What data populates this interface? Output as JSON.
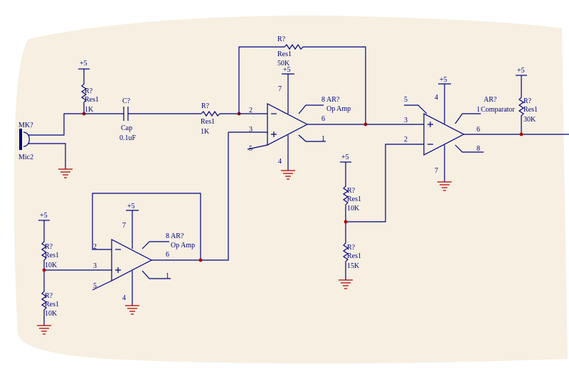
{
  "colors": {
    "wire": "#000080",
    "ground": "#b00000",
    "junction": "#b00000",
    "background_paper": "#f6efe2"
  },
  "mic": {
    "designator": "MK?",
    "part": "Mic2"
  },
  "r_input": {
    "designator": "R?",
    "part": "Res1",
    "value": "1K",
    "supply": "+5"
  },
  "capacitor": {
    "designator": "C?",
    "part": "Cap",
    "value": "0.1uF"
  },
  "r_series": {
    "designator": "R?",
    "part": "Res1",
    "value": "1K"
  },
  "r_feedback": {
    "designator": "R?",
    "part": "Res1",
    "value": "50K"
  },
  "opamp_main": {
    "designator": "AR?",
    "part": "Op Amp",
    "supply": "+5",
    "pins": {
      "inv": "2",
      "noninv": "3",
      "out": "6",
      "pin8": "8",
      "pin1": "1",
      "pin5": "5",
      "vcc": "7",
      "gnd": "4"
    }
  },
  "opamp_bias": {
    "designator": "AR?",
    "part": "Op Amp",
    "supply": "+5",
    "pins": {
      "inv": "2",
      "noninv": "3",
      "out": "6",
      "pin8": "8",
      "pin1": "1",
      "pin5": "5",
      "vcc": "7",
      "gnd": "4"
    }
  },
  "divider_bias": {
    "supply": "+5",
    "r_top": {
      "designator": "R?",
      "part": "Res1",
      "value": "10K"
    },
    "r_bottom": {
      "designator": "R?",
      "part": "Res1",
      "value": "10K"
    }
  },
  "divider_ref": {
    "supply": "+5",
    "r_top": {
      "designator": "R?",
      "part": "Res1",
      "value": "10K"
    },
    "r_bottom": {
      "designator": "R?",
      "part": "Res1",
      "value": "15K"
    }
  },
  "comparator": {
    "designator": "AR?",
    "part": "Comparator",
    "supply": "+5",
    "pins": {
      "noninv": "3",
      "inv": "2",
      "out": "6",
      "pin1": "1",
      "pin5": "5",
      "pin8": "8",
      "vcc": "4",
      "gnd": "7"
    }
  },
  "r_pullup": {
    "designator": "R?",
    "part": "Res1",
    "value": "30K",
    "supply": "+5"
  }
}
